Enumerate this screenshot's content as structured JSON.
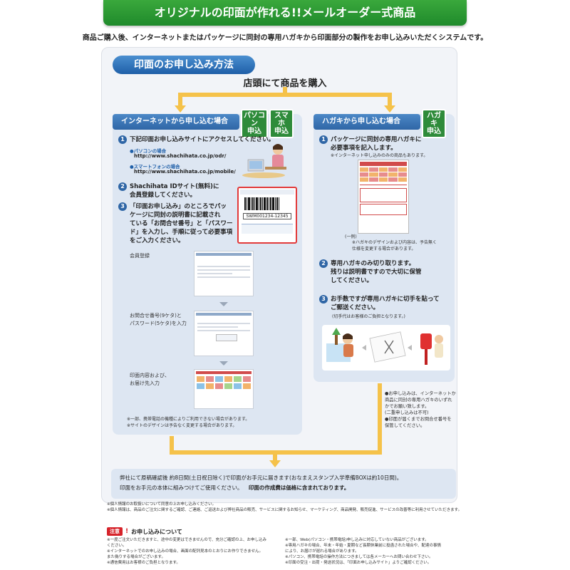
{
  "header": {
    "banner": "オリジナルの印面が作れる!!メールオーダー式商品",
    "intro": "商品ご購入後、インターネットまたはパッケージに同封の専用ハガキから印面部分の製作をお申し込みいただくシステムです。"
  },
  "method": {
    "title": "印面のお申し込み方法",
    "store": "店頭にて商品を購入"
  },
  "internet": {
    "header": "インターネットから申し込む場合",
    "badge_pc": [
      "パソコン",
      "申込"
    ],
    "badge_sp": [
      "スマホ",
      "申込"
    ],
    "step1": "下記印面お申し込みサイトにアクセスしてください。",
    "pc_label": "●パソコンの場合",
    "pc_url": "http://www.shachihata.co.jp/odr/",
    "sp_label": "●スマートフォンの場合",
    "sp_url": "http://www.shachihata.co.jp/mobile/",
    "step2a": "Shachihata IDサイト(無料)に",
    "step2b": "会員登録してください。",
    "step3": [
      "「印面お申し込み」のところでパッ",
      "ケージに同封の説明書に記載され",
      "ている「お問合せ番号」と「パスワー",
      "ド」を入力し、手順に従って必要事項",
      "をご入力ください。"
    ],
    "card_code": "SWM001234-12345",
    "thumb1": "会員登録",
    "thumb2": [
      "お問合せ番号(9ケタ)と",
      "パスワード(5ケタ)を入力"
    ],
    "thumb3": [
      "印面内容および、",
      "お届け先入力"
    ],
    "note": [
      "※一部、携帯電話の機種によりご利用できない場合があります。",
      "※サイトのデザインは予告なく変更する場合があります。"
    ]
  },
  "postcard": {
    "header": "ハガキから申し込む場合",
    "badge": [
      "ハガキ",
      "申込"
    ],
    "step1": [
      "パッケージに同封の専用ハガキに",
      "必要事項を記入します。"
    ],
    "step1_note": "※インターネット申し込みのみの商品もあります。",
    "sample": "(一例)",
    "design_note": [
      "※ハガキのデザインおよび内容は、予告無く",
      "仕様を変更する場合があります。"
    ],
    "step2": [
      "専用ハガキのみ切り取ります。",
      "残りは説明書ですので大切に保管",
      "してください。"
    ],
    "step3": [
      "お手数ですが専用ハガキに切手を貼って",
      "ご郵送ください。"
    ],
    "step3_note": "(切手代はお客様のご負担となります。)",
    "side_notes": [
      "●お申し込みは、インターネットか",
      "商品に同封の専用ハガキのいずれ",
      "かでお願い致します。",
      "(二重申し込みは不可)",
      "●印面が届くまでお問合せ番号を",
      "保管してください。"
    ]
  },
  "notice": {
    "line1": "弊社にて原稿確認後 約8日間(土日祝日除く)で印面がお手元に届きます(おなまえスタンプ入学準備BOXは約10日間)。",
    "line2a": "印面をお手元の本体に組みつけてご使用ください。",
    "line2b": "印面の作成費は価格に含まれております。"
  },
  "privacy": [
    "※個人情報のお取扱いについて同意の上お申し込みください。",
    "※個人情報は、商品のご注文に関するご確認、ご連絡、ご返送および弊社商品の販売、サービスに関するお知らせ、マーケティング、商品開発、販売促進、サービスの改善等に利用させていただきます。"
  ],
  "caution": {
    "tag": "注意",
    "title": "お申し込みについて",
    "left": [
      "※一度ご注文いただきますと、途中の変更はできませんので、充分ご確認の上、お申し込み",
      "ください。",
      "※インターネットでのお申し込みの場合、画面の配列見本のとおりにお作りできません。",
      "また偽りする場合がございます。",
      "※通信費用はお客様のご負担となります。"
    ],
    "right": [
      "※一部、Web(パソコン・携帯電話)申し込みに対応していない商品がございます。",
      "※専用ハガキの場合、年末・年始・夏期など長期休業前に投函された場合や、配達の事情",
      "により、お届けが遅れる場合があります。",
      "※パソコン、携帯電話の操作方法につきましては各メーカーへお問い合わせ下さい。",
      "※印面の受注・出荷・発送状況は、「印面お申し込みサイト」よりご確認ください。"
    ]
  },
  "colors": {
    "green": "#1f8a2b",
    "blue": "#2f66a6",
    "arrow": "#f5c24a",
    "panel": "#dde6f2",
    "red": "#e23a3a"
  }
}
